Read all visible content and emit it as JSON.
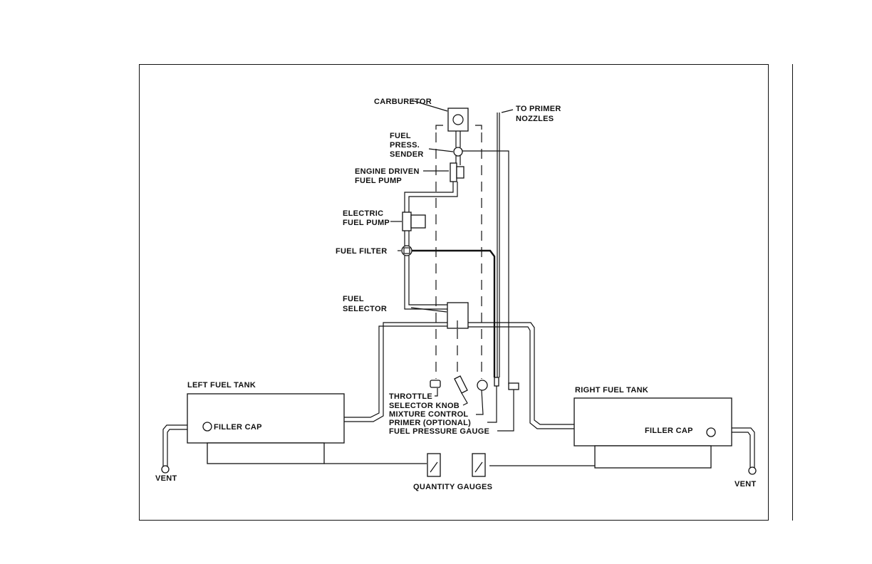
{
  "labels": {
    "carburetor": "CARBURETOR",
    "to_primer_1": "TO PRIMER",
    "to_primer_2": "NOZZLES",
    "fuel_press_1": "FUEL",
    "fuel_press_2": "PRESS.",
    "fuel_press_3": "SENDER",
    "engine_pump_1": "ENGINE DRIVEN",
    "engine_pump_2": "FUEL PUMP",
    "electric_pump_1": "ELECTRIC",
    "electric_pump_2": "FUEL PUMP",
    "fuel_filter": "FUEL FILTER",
    "fuel_selector_1": "FUEL",
    "fuel_selector_2": "SELECTOR",
    "left_tank": "LEFT FUEL TANK",
    "right_tank": "RIGHT FUEL TANK",
    "filler_cap_left": "FILLER CAP",
    "filler_cap_right": "FILLER CAP",
    "vent_left": "VENT",
    "vent_right": "VENT",
    "throttle": "THROTTLE",
    "selector_knob": "SELECTOR KNOB",
    "mixture_control": "MIXTURE CONTROL",
    "primer": "PRIMER  (OPTIONAL)",
    "fuel_pressure_gauge": "FUEL PRESSURE GAUGE",
    "quantity_gauges": "QUANTITY GAUGES"
  }
}
